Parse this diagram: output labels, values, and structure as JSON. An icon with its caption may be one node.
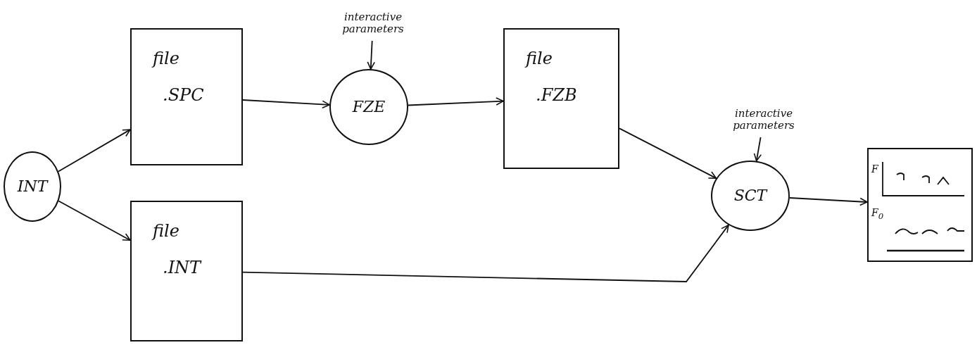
{
  "diagram": {
    "nodes": [
      {
        "text": [
          "INT"
        ]
      },
      {
        "text": [
          "file",
          ".SPC"
        ]
      },
      {
        "text": [
          "file",
          ".INT"
        ]
      },
      {
        "text": [
          "interactive parameters"
        ]
      },
      {
        "text": [
          "FZE"
        ]
      },
      {
        "text": [
          "file",
          ".FZB"
        ]
      },
      {
        "text": [
          "interactive parameters"
        ]
      },
      {
        "text": [
          "SCT"
        ]
      },
      {
        "text": [
          "F",
          "F$_{0}$"
        ]
      }
    ],
    "edges": [
      {
        "from": 0,
        "to": 1,
        "arrow": "to"
      },
      {
        "from": 0,
        "to": 2,
        "arrow": "to"
      },
      {
        "from": 1,
        "to": 4,
        "arrow": "to"
      },
      {
        "from": 3,
        "to": 4,
        "arrow": "to"
      },
      {
        "from": 4,
        "to": 5,
        "arrow": "to"
      },
      {
        "from": 5,
        "to": 7,
        "arrow": "to"
      },
      {
        "from": 6,
        "to": 7,
        "arrow": "to"
      },
      {
        "from": 2,
        "to": 7,
        "arrow": "to"
      },
      {
        "from": 7,
        "to": 8,
        "arrow": "to"
      }
    ]
  }
}
